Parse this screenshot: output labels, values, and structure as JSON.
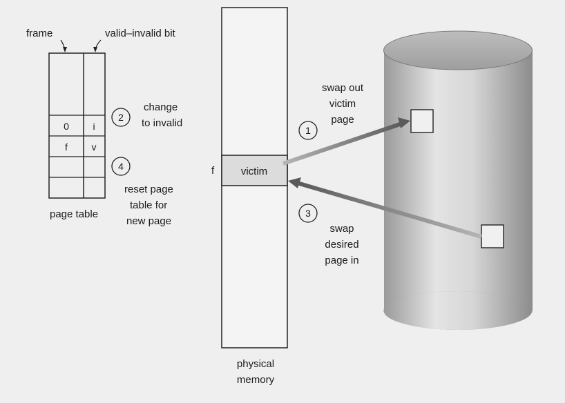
{
  "labels": {
    "frame": "frame",
    "valid_invalid_bit": "valid–invalid bit",
    "page_table": "page table",
    "physical_memory_line1": "physical",
    "physical_memory_line2": "memory",
    "f_marker": "f",
    "victim": "victim"
  },
  "page_table_rows": [
    {
      "frame": "",
      "bit": ""
    },
    {
      "frame": "0",
      "bit": "i"
    },
    {
      "frame": "f",
      "bit": "v"
    },
    {
      "frame": "",
      "bit": ""
    },
    {
      "frame": "",
      "bit": ""
    }
  ],
  "steps": [
    {
      "number": "1",
      "lines": [
        "swap out",
        "victim",
        "page"
      ]
    },
    {
      "number": "2",
      "lines": [
        "change",
        "to invalid"
      ]
    },
    {
      "number": "3",
      "lines": [
        "swap",
        "desired",
        "page in"
      ]
    },
    {
      "number": "4",
      "lines": [
        "reset page",
        "table for",
        "new page"
      ]
    }
  ],
  "colors": {
    "background": "#efefef",
    "victim_fill": "#dcdcdc",
    "arrow": "#6e6e6e",
    "disk_light": "#e8e8e8",
    "disk_dark": "#8a8a8a"
  }
}
